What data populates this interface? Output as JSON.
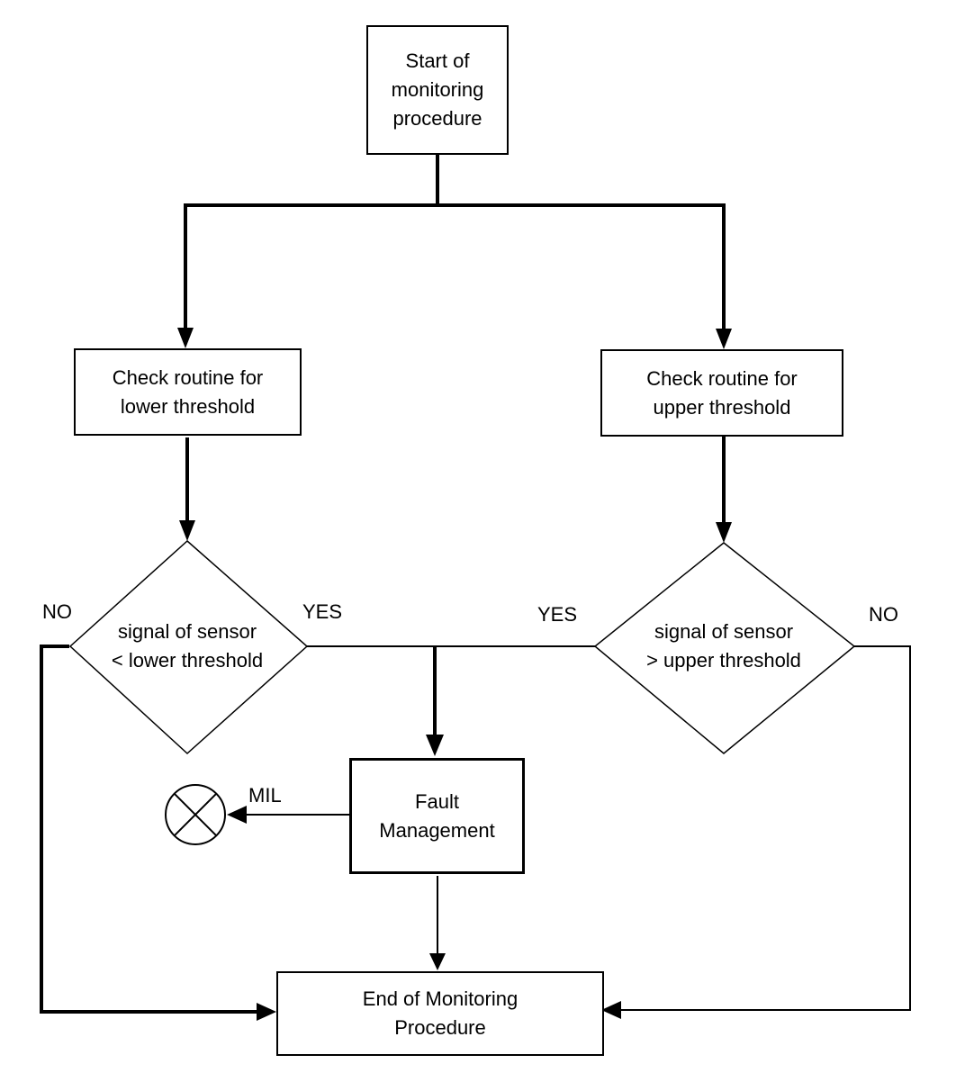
{
  "diagram": {
    "title": "sensor-monitoring-flowchart",
    "colors": {
      "line": "#000000",
      "background": "#ffffff",
      "text": "#000000"
    },
    "nodes": {
      "start": {
        "lines": [
          "Start of",
          "monitoring",
          "procedure"
        ]
      },
      "check_lower": {
        "lines": [
          "Check routine for",
          "lower threshold"
        ]
      },
      "check_upper": {
        "lines": [
          "Check routine for",
          "upper threshold"
        ]
      },
      "decision_lower": {
        "lines": [
          "signal of sensor",
          "< lower threshold"
        ]
      },
      "decision_upper": {
        "lines": [
          "signal of sensor",
          "> upper threshold"
        ]
      },
      "fault": {
        "lines": [
          "Fault",
          "Management"
        ]
      },
      "end": {
        "lines": [
          "End of Monitoring",
          "Procedure"
        ]
      }
    },
    "labels": {
      "no_left": "NO",
      "yes_left": "YES",
      "yes_right": "YES",
      "no_right": "NO",
      "mil": "MIL"
    },
    "icons": {
      "mil_lamp": "circle-with-x-lamp-symbol"
    }
  }
}
